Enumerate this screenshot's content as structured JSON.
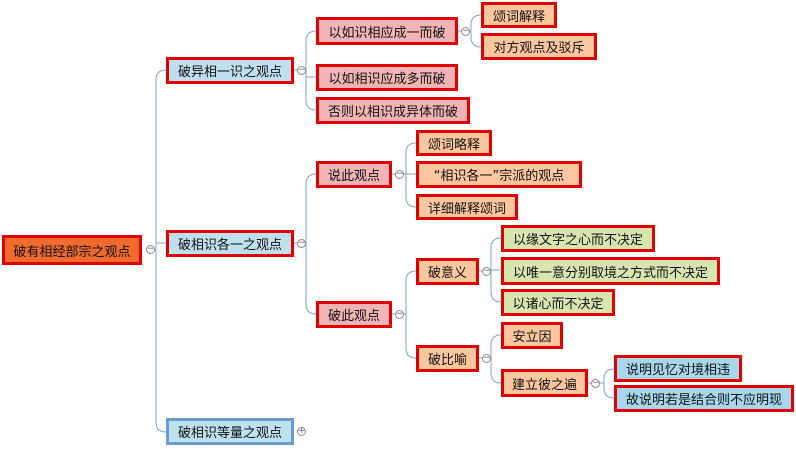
{
  "root": "破有相经部宗之观点",
  "branch1": {
    "title": "破异相一识之观点",
    "children": [
      {
        "title": "以如识相应成一而破",
        "children": [
          "颂词解释",
          "对方观点及驳斥"
        ]
      },
      {
        "title": "以如相识应成多而破"
      },
      {
        "title": "否则以相识成异体而破"
      }
    ]
  },
  "branch2": {
    "title": "破相识各一之观点",
    "children": [
      {
        "title": "说此观点",
        "children": [
          "颂词略释",
          "“相识各一”宗派的观点",
          "详细解释颂词"
        ]
      },
      {
        "title": "破此观点",
        "children": [
          {
            "title": "破意义",
            "children": [
              "以缘文字之心而不决定",
              "以唯一意分别取境之方式而不决定",
              "以诸心而不决定"
            ]
          },
          {
            "title": "破比喻",
            "children": [
              {
                "title": "安立因"
              },
              {
                "title": "建立彼之遍",
                "children": [
                  "说明见忆对境相违",
                  "故说明若是结合则不应明现"
                ]
              }
            ]
          }
        ]
      }
    ]
  },
  "branch3": {
    "title": "破相识等量之观点"
  },
  "colors": {
    "root": "#f26b2e",
    "level1": "#bfe0ee",
    "level2": "#f1b4b6",
    "level3": "#fcc79f",
    "level4": "#d7e5b0",
    "level5": "#a6d7ea",
    "border": "#e00000",
    "connector": "#7aa6cf"
  },
  "icons": {
    "expanded": "collapse-icon",
    "collapsed": "expand-icon"
  }
}
